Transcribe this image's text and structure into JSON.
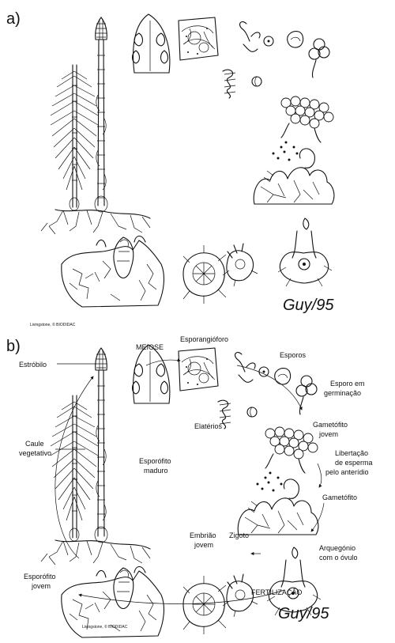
{
  "panels": [
    {
      "letter": "a)",
      "credit": "Livingstone, © BIODIDAC",
      "signature": "Guy/95"
    },
    {
      "letter": "b)",
      "credit": "Livingstone, © BIODIDAC",
      "signature": "Guy/95",
      "labels": {
        "meiose": "MEIOSE",
        "esporangioforo": "Esporangióforo",
        "esporos": "Esporos",
        "estrobilo": "Estróbilo",
        "esporo_germinacao_1": "Esporo em",
        "esporo_germinacao_2": "germinação",
        "elaterios": "Elatérios",
        "gametofito_jovem_1": "Gametófito",
        "gametofito_jovem_2": "jovem",
        "caule_1": "Caule",
        "caule_2": "vegetativo",
        "libertacao_1": "Libertação",
        "libertacao_2": "de esperma",
        "libertacao_3": "pelo anterídio",
        "esporofito_maduro_1": "Esporófito",
        "esporofito_maduro_2": "maduro",
        "gametofito": "Gametófito",
        "embriao_1": "Embrião",
        "embriao_2": "jovem",
        "zigoto": "Zigoto",
        "arquegonio_1": "Arquegónio",
        "arquegonio_2": "com o óvulo",
        "esporofito_jovem_1": "Esporófito",
        "esporofito_jovem_2": "jovem",
        "fertilizacao": "FERTILIZAÇÃO"
      }
    }
  ]
}
